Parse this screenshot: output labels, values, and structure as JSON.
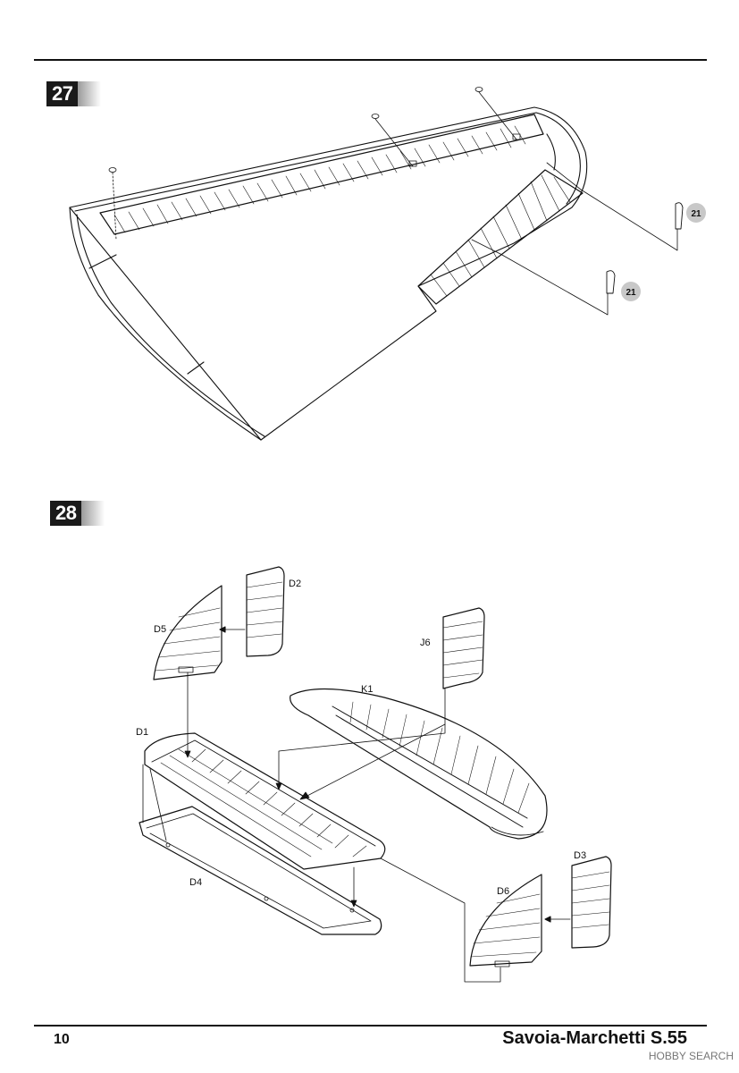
{
  "steps": [
    {
      "number": "27",
      "callouts": [
        "21",
        "21"
      ]
    },
    {
      "number": "28"
    }
  ],
  "parts": {
    "d1": "D1",
    "d2": "D2",
    "d3": "D3",
    "d4": "D4",
    "d5": "D5",
    "d6": "D6",
    "j6": "J6",
    "k1": "K1"
  },
  "footer": {
    "page_number": "10",
    "model_title": "Savoia-Marchetti S.55"
  },
  "watermark": "HOBBY SEARCH"
}
